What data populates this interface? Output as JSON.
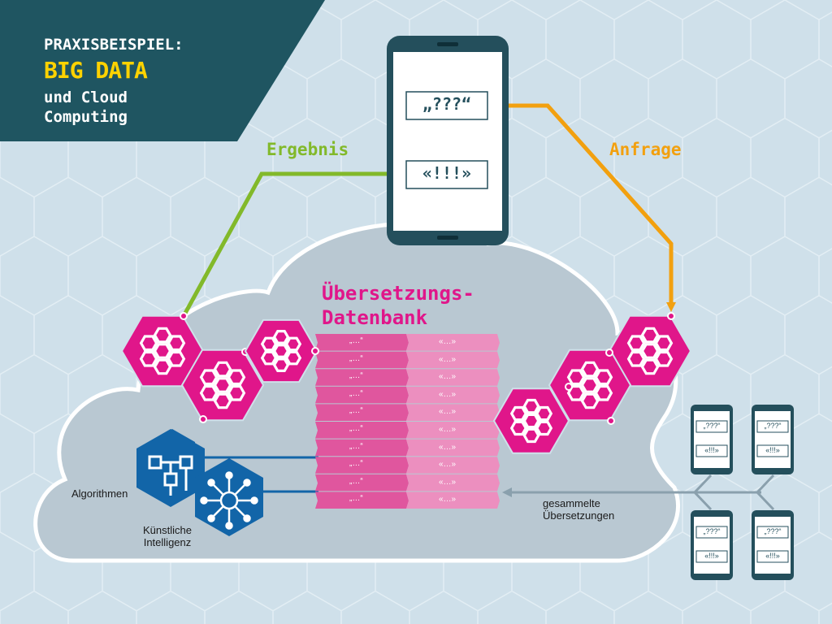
{
  "banner": {
    "kicker": "PRAXISBEISPIEL:",
    "title": "BIG DATA",
    "subtitle": "und Cloud Computing"
  },
  "labels": {
    "ergebnis": "Ergebnis",
    "anfrage": "Anfrage",
    "database": "Übersetzungs-\nDatenbank",
    "database_line1": "Übersetzungs-",
    "database_line2": "Datenbank",
    "algorithmen": "Algorithmen",
    "ki_line1": "Künstliche",
    "ki_line2": "Intelligenz",
    "gesammelt_line1": "gesammelte",
    "gesammelt_line2": "Übersetzungen"
  },
  "phone": {
    "query": "„???“",
    "answer": "«!!!»"
  },
  "mini_phones": [
    {
      "query": "„???“",
      "answer": "«!!!»"
    },
    {
      "query": "„???“",
      "answer": "«!!!»"
    },
    {
      "query": "„???“",
      "answer": "«!!!»"
    },
    {
      "query": "„???“",
      "answer": "«!!!»"
    }
  ],
  "database_rows": [
    {
      "left": "„…“",
      "right": "«…»"
    },
    {
      "left": "„…“",
      "right": "«…»"
    },
    {
      "left": "„…“",
      "right": "«…»"
    },
    {
      "left": "„…“",
      "right": "«…»"
    },
    {
      "left": "„…“",
      "right": "«…»"
    },
    {
      "left": "„…“",
      "right": "«…»"
    },
    {
      "left": "„…“",
      "right": "«…»"
    },
    {
      "left": "„…“",
      "right": "«…»"
    },
    {
      "left": "„…“",
      "right": "«…»"
    },
    {
      "left": "„…“",
      "right": "«…»"
    }
  ],
  "colors": {
    "background": "#cfe0ea",
    "banner": "#1f5561",
    "banner_title": "#ffd200",
    "cloud": "#b9c8d2",
    "cloud_border": "#ffffff",
    "phone": "#244f5c",
    "ergebnis": "#82b92a",
    "anfrage": "#f2a00f",
    "database": "#e0168a",
    "node_blue": "#1265a8",
    "arrow_grey": "#8aa0ad"
  },
  "icons": {
    "server_node": "hexagon-cluster-icon",
    "algorithm_node": "flowchart-icon",
    "ai_node": "neural-network-icon",
    "phone": "smartphone-icon"
  }
}
